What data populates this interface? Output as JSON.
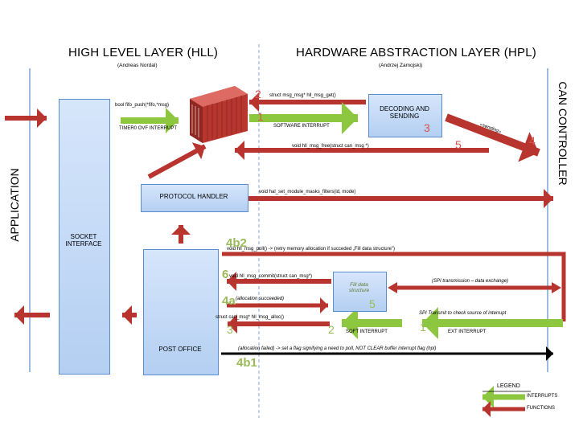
{
  "header": {
    "hll_title": "HIGH LEVEL LAYER (HLL)",
    "hll_author": "(Andreas Nordal)",
    "hpl_title": "HARDWARE ABSTRACTION LAYER (HPL)",
    "hpl_author": "(Andrzej Zamojski)"
  },
  "side": {
    "application": "APPLICATION",
    "can_controller": "CAN CONTROLLER"
  },
  "boxes": {
    "socket_interface": "SOCKET\nINTERFACE",
    "protocol_handler": "PROTOCOL HANDLER",
    "post_office": "POST OFFICE",
    "decoding": "DECODING AND\nSENDING",
    "fill_data": "Fill data\nstructure"
  },
  "labels": {
    "fifo_push": "bool fifo_push(*fifo,*msg)",
    "timer0": "TIMER0 OVF INTERRUPT",
    "msg_get": "struct msg_msg* hll_msg_get()",
    "software_interrupt": "SOFTWARE INTERRUPT",
    "sending": "«sending»",
    "msg_free": "void hll_msg_free(struct can_msg *)",
    "set_masks": "void hal_set_module_masks_filters(id, mode)",
    "msg_poll": "void hll_msg_poll() -> (retry memory allocation if succeded „Fill data structure\")",
    "msg_commit": "void hll_msg_commit(struct can_msg*)",
    "spi_transmission": "(SPI transmission – data exchange)",
    "alloc_succeeded": "(allocation succeeded)",
    "spi_check": "SPI Transmit to check source of interrupt",
    "msg_alloc": "struct can_msg* hll_msg_alloc()",
    "soft_interrupt": "SOFT INTERRUPT",
    "ext_interrupt": "EXT INTERRUPT",
    "alloc_failed": "(allocation failed) -> set a flag  signifying a need to poll, NOT CLEAR buffer interrupt flag  (hpl)"
  },
  "numbers": {
    "n2_red": "2",
    "n1_red": "1",
    "n3_red": "3",
    "n4_red": "4",
    "n5_red": "5",
    "n4b2": "4b2",
    "n6": "6",
    "n4a": "4a",
    "n3_grn": "3",
    "n2_grn": "2",
    "n1_grn": "1",
    "n5_grn": "5",
    "n4b1": "4b1"
  },
  "legend": {
    "title": "LEGEND",
    "interrupts": "INTERRUPTS",
    "functions": "FUNCTIONS"
  },
  "colors": {
    "function_arrow": "#c0392b",
    "interrupt_arrow": "#8dc63f",
    "box_border": "#5b8ccf",
    "container": "#d2453c"
  }
}
